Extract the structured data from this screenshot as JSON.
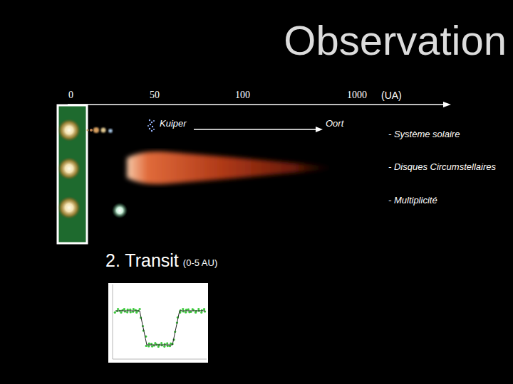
{
  "diagram": {
    "title": "Observation",
    "labels": [
      "0",
      "50",
      "100",
      "1000",
      "(UA)",
      "Kuiper",
      "Oort",
      "- Système solaire",
      "- Disques Circumstellaires",
      "- Multiplicité",
      "2. Transit",
      "(0-5 AU)"
    ]
  }
}
